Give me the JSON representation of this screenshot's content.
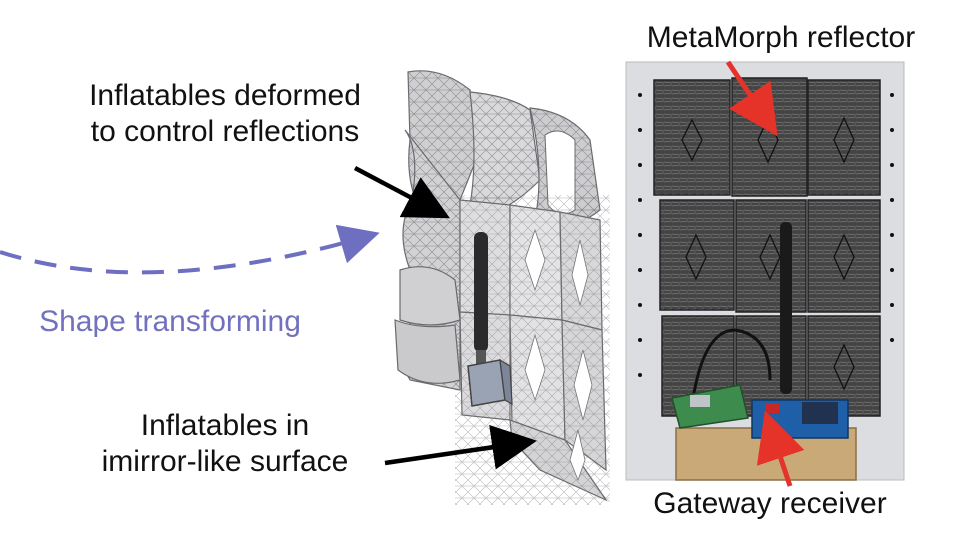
{
  "labels": {
    "top_left_line1": "Inflatables deformed",
    "top_left_line2": "to control reflections",
    "shape_transforming": "Shape transforming",
    "bottom_left_line1": "Inflatables in",
    "bottom_left_line2": "imirror-like surface",
    "metamorph": "MetaMorph reflector",
    "gateway": "Gateway receiver"
  },
  "colors": {
    "text": "#111111",
    "transform_blue": "#6f6fc2",
    "red_arrow": "#e5332a",
    "black_arrow": "#000000",
    "mesh_fill": "#d6d6d8",
    "mesh_line": "#6a6a6e",
    "photo_wall": "#dcdde0",
    "panel": "#3a3a3a",
    "pcb_blue": "#1e5fa8",
    "pcb_green": "#3d8c4e",
    "box_wood": "#c9a978"
  },
  "icons": {
    "antenna": "antenna-icon",
    "receiver": "receiver-box-icon"
  }
}
